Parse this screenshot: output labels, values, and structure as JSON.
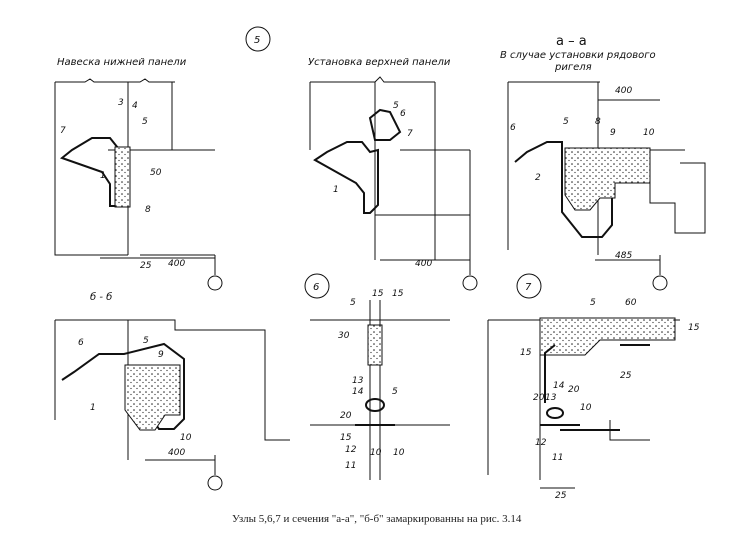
{
  "nodes": {
    "n5": "5",
    "n6": "6",
    "n7": "7"
  },
  "headings": {
    "lower_panel": "Навеска нижней панели",
    "upper_panel": "Установка верхней панели",
    "section_aa": "а – а",
    "aa_note": "В случае установки рядового",
    "aa_note2": "ригеля",
    "section_bb": "б - б"
  },
  "dims": {
    "d400a": "400",
    "d25a": "25",
    "d50": "50",
    "d400b": "400",
    "d400c": "400",
    "d485": "485",
    "d400d": "400",
    "d15a": "15",
    "d15b": "15",
    "d30": "30",
    "d20a": "20",
    "d15c": "15",
    "d10a": "10",
    "d10b": "10",
    "d20b": "20",
    "d25b": "25",
    "d15d": "15",
    "d20c": "20",
    "d10c": "10",
    "d60": "60"
  },
  "labels": {
    "l1": "1",
    "l3": "3",
    "l4": "4",
    "l5": "5",
    "l7": "7",
    "l8": "8",
    "m1": "1",
    "m5": "5",
    "m6": "6",
    "m7": "7",
    "r2": "2",
    "r5": "5",
    "r6": "6",
    "r8": "8",
    "r9": "9",
    "r10": "10",
    "b1": "1",
    "b5": "5",
    "b6": "6",
    "b9": "9",
    "b10": "10",
    "c5": "5",
    "c11": "11",
    "c12": "12",
    "c13": "13",
    "c14": "14",
    "e5": "5",
    "e11": "11",
    "e12": "12",
    "e13": "13",
    "e14": "14",
    "e15": "15"
  },
  "caption": "Узлы 5,6,7  и сечения \"а-а\", \"б-б\" замаркированны на рис. 3.14"
}
